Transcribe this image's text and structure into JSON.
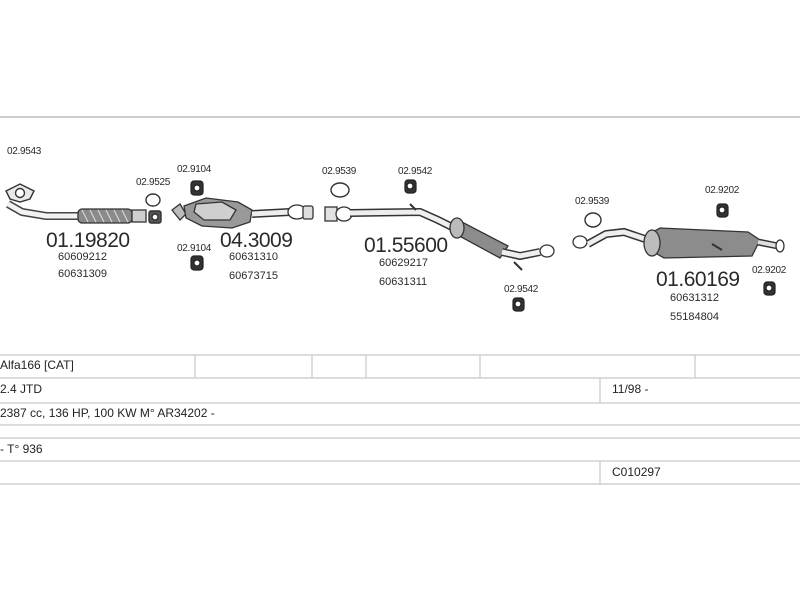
{
  "parts": {
    "p1": {
      "clamp_top": "02.9543",
      "number": "01.19820",
      "oem1": "60609212",
      "oem2": "60631309"
    },
    "p2": {
      "clamp_a": "02.9525",
      "clamp_b": "02.9104",
      "clamp_c": "02.9104",
      "number": "04.3009",
      "oem1": "60631310",
      "oem2": "60673715"
    },
    "p3": {
      "clamp_a": "02.9539",
      "clamp_b": "02.9542",
      "clamp_c": "02.9542",
      "number": "01.55600",
      "oem1": "60629217",
      "oem2": "60631311"
    },
    "p4": {
      "clamp_a": "02.9539",
      "clamp_b": "02.9202",
      "clamp_c": "02.9202",
      "number": "01.60169",
      "oem1": "60631312",
      "oem2": "55184804"
    }
  },
  "vehicle": {
    "model": "Alfa166  [CAT]",
    "engine": "2.4  JTD",
    "date": "11/98 -",
    "specs": "2387 cc, 136 HP, 100 KW M° AR34202 -",
    "type": "- T° 936",
    "code": "C010297"
  }
}
